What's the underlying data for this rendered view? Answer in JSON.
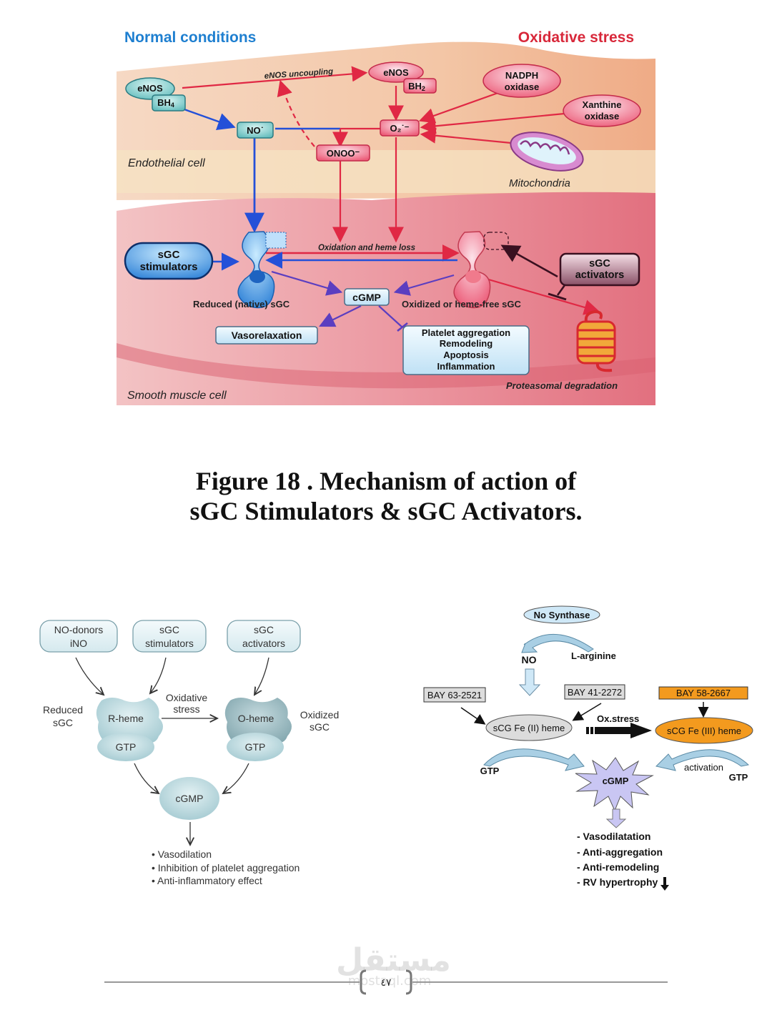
{
  "figure_top": {
    "header_left": "Normal conditions",
    "header_right": "Oxidative stress",
    "enos_left": "eNOS",
    "bh4": "BH",
    "bh4_sub": "4",
    "enos_uncoupling": "eNOS uncoupling",
    "enos_right": "eNOS",
    "bh2": "BH",
    "bh2_sub": "2",
    "nadph_line1": "NADPH",
    "nadph_line2": "oxidase",
    "xanthine_line1": "Xanthine",
    "xanthine_line2": "oxidase",
    "no_radical": "NO˙",
    "superoxide": "O₂˙⁻",
    "peroxynitrite": "ONOO⁻",
    "endothelial_cell": "Endothelial cell",
    "mitochondria": "Mitochondria",
    "oxidation_heme_loss": "Oxidation and heme loss",
    "sgc_stimulators_line1": "sGC",
    "sgc_stimulators_line2": "stimulators",
    "sgc_activators_line1": "sGC",
    "sgc_activators_line2": "activators",
    "reduced_sgc": "Reduced (native) sGC",
    "oxidized_sgc": "Oxidized or heme-free sGC",
    "cgmp": "cGMP",
    "vasorelaxation": "Vasorelaxation",
    "effects": [
      "Platelet aggregation",
      "Remodeling",
      "Apoptosis",
      "Inflammation"
    ],
    "smooth_muscle_cell": "Smooth muscle cell",
    "proteasomal_degradation": "Proteasomal degradation",
    "colors": {
      "normal": "#1e7fd0",
      "stress": "#d8283a",
      "inhibit": "#3a1020"
    }
  },
  "caption": {
    "line1": "Figure 18 . Mechanism of action of",
    "line2": "sGC Stimulators & sGC Activators."
  },
  "figure_left": {
    "box1_line1": "NO-donors",
    "box1_line2": "iNO",
    "box2_line1": "sGC",
    "box2_line2": "stimulators",
    "box3_line1": "sGC",
    "box3_line2": "activators",
    "reduced_line1": "Reduced",
    "reduced_line2": "sGC",
    "r_heme": "R-heme",
    "oxidative_line1": "Oxidative",
    "oxidative_line2": "stress",
    "o_heme": "O-heme",
    "oxidized_line1": "Oxidized",
    "oxidized_line2": "sGC",
    "gtp_left": "GTP",
    "gtp_right": "GTP",
    "cgmp": "cGMP",
    "effects": [
      "Vasodilation",
      "Inhibition of platelet aggregation",
      "Anti-inflammatory effect"
    ]
  },
  "figure_right": {
    "no_synthase": "No Synthase",
    "no": "NO",
    "l_arginine": "L-arginine",
    "bay_63": "BAY 63-2521",
    "bay_41": "BAY 41-2272",
    "bay_58": "BAY 58-2667",
    "sgc_fe2": "sCG Fe (II) heme",
    "ox_stress": "Ox.stress",
    "sgc_fe3": "sCG Fe (III) heme",
    "gtp_left": "GTP",
    "activation": "activation",
    "gtp_right": "GTP",
    "cgmp": "cGMP",
    "effects": [
      "- Vasodilatation",
      "- Anti-aggregation",
      "- Anti-remodeling",
      "- RV hypertrophy"
    ],
    "colors": {
      "orange": "#f39a1e",
      "gray": "#dcdcdc",
      "lightblue": "#cfe8f7",
      "star": "#c9c6f3"
    }
  },
  "footer": {
    "page_number": "٤٧",
    "watermark": "مستقل",
    "watermark_sub": "mostaql.com"
  }
}
